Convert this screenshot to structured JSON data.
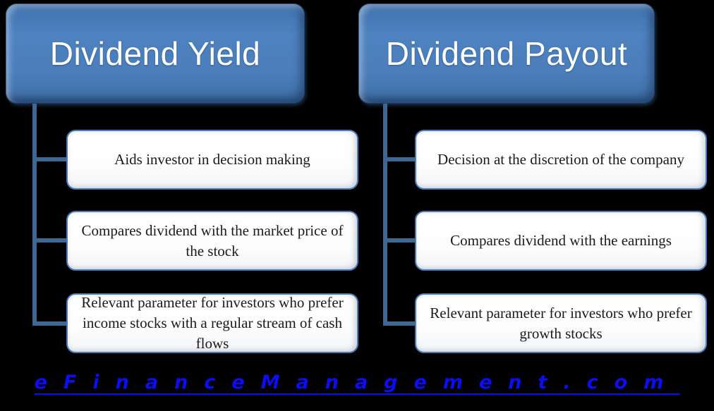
{
  "diagram": {
    "background_color": "#000000",
    "header_fill": "#4b7eba",
    "connector_color": "#3e6893",
    "item_border_color": "#4a7ab8",
    "columns": [
      {
        "header": "Dividend Yield",
        "items": [
          "Aids investor in decision making",
          "Compares dividend with the market price of the stock",
          "Relevant parameter for investors who prefer income stocks with a regular stream of cash flows"
        ]
      },
      {
        "header": "Dividend Payout",
        "items": [
          "Decision at the discretion of the company",
          "Compares dividend with the earnings",
          "Relevant parameter for investors who prefer growth stocks"
        ]
      }
    ]
  },
  "footer": {
    "link_text": "eFinanceManagement.com",
    "link_color": "#0d0df2"
  }
}
